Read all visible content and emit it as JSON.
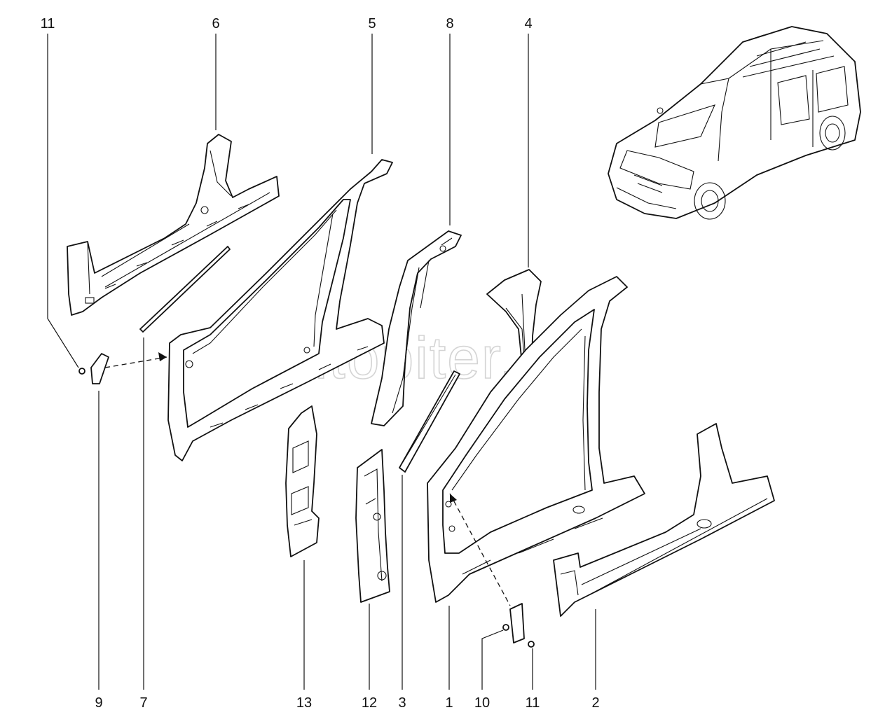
{
  "watermark": "autopiter.ru",
  "callouts": [
    {
      "id": "callout-11-top",
      "label": "11"
    },
    {
      "id": "callout-6",
      "label": "6"
    },
    {
      "id": "callout-5",
      "label": "5"
    },
    {
      "id": "callout-8",
      "label": "8"
    },
    {
      "id": "callout-4",
      "label": "4"
    },
    {
      "id": "callout-9",
      "label": "9"
    },
    {
      "id": "callout-7",
      "label": "7"
    },
    {
      "id": "callout-13",
      "label": "13"
    },
    {
      "id": "callout-12",
      "label": "12"
    },
    {
      "id": "callout-3",
      "label": "3"
    },
    {
      "id": "callout-1",
      "label": "1"
    },
    {
      "id": "callout-10",
      "label": "10"
    },
    {
      "id": "callout-11-bottom",
      "label": "11"
    },
    {
      "id": "callout-2",
      "label": "2"
    }
  ]
}
